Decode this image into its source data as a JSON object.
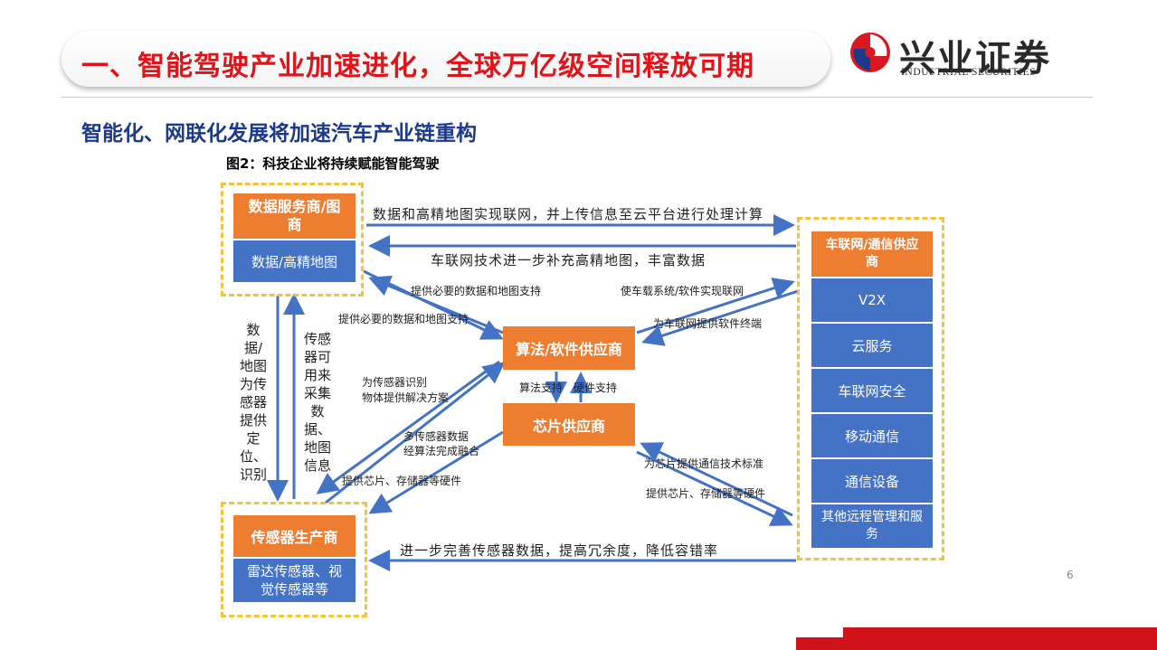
{
  "header": {
    "title": "一、智能驾驶产业加速进化，全球万亿级空间释放可期",
    "logo_name": "兴业证券",
    "logo_en": "INDUSTRIAL SECURITIES"
  },
  "subtitle": "智能化、网联化发展将加速汽车产业链重构",
  "figure_caption": "图2：科技企业将持续赋能智能驾驶",
  "page_number": "6",
  "nodes": {
    "data_provider": {
      "title": "数据服务商/图商",
      "content": "数据/高精地图"
    },
    "ivn_provider": {
      "title": "车联网/通信供应商",
      "items": [
        "V2X",
        "云服务",
        "车联网安全",
        "移动通信",
        "通信设备",
        "其他远程管理和服务"
      ]
    },
    "algo_provider": {
      "title": "算法/软件供应商"
    },
    "chip_provider": {
      "title": "芯片供应商"
    },
    "sensor_maker": {
      "title": "传感器生产商",
      "content": "雷达传感器、视觉传感器等"
    }
  },
  "edge_labels": {
    "data_to_ivn": "数据和高精地图实现联网，并上传信息至云平台进行处理计算",
    "ivn_to_data": "车联网技术进一步补充高精地图，丰富数据",
    "data_to_algo_1": "提供必要的数据和地图支持",
    "data_to_algo_2": "提供必要的数据和地图支持",
    "algo_to_ivn": "使车载系统/软件实现联网",
    "ivn_to_algo": "为车联网提供软件终端",
    "algo_sensor_1": "为传感器识别",
    "algo_sensor_2": "物体提供解决方案",
    "sensor_algo_1": "多传感器数据",
    "sensor_algo_2": "经算法完成融合",
    "algo_chip_1": "算法支持",
    "algo_chip_2": "硬件支持",
    "chip_to_sensor": "提供芯片、存储器等硬件",
    "ivn_to_chip": "为芯片提供通信技术标准",
    "chip_to_ivn": "提供芯片、存储器等硬件",
    "ivn_to_sensor": "进一步完善传感器数据，提高冗余度，降低容错率",
    "data_to_sensor": "数据/地图为传感器提供定位、识别",
    "sensor_to_data": "传感器可用来采集数据、地图信息"
  },
  "colors": {
    "red": "#e0151b",
    "navy": "#1d3a8a",
    "orange": "#ec7d31",
    "blue": "#4472c4",
    "dash": "#f5c33b"
  }
}
